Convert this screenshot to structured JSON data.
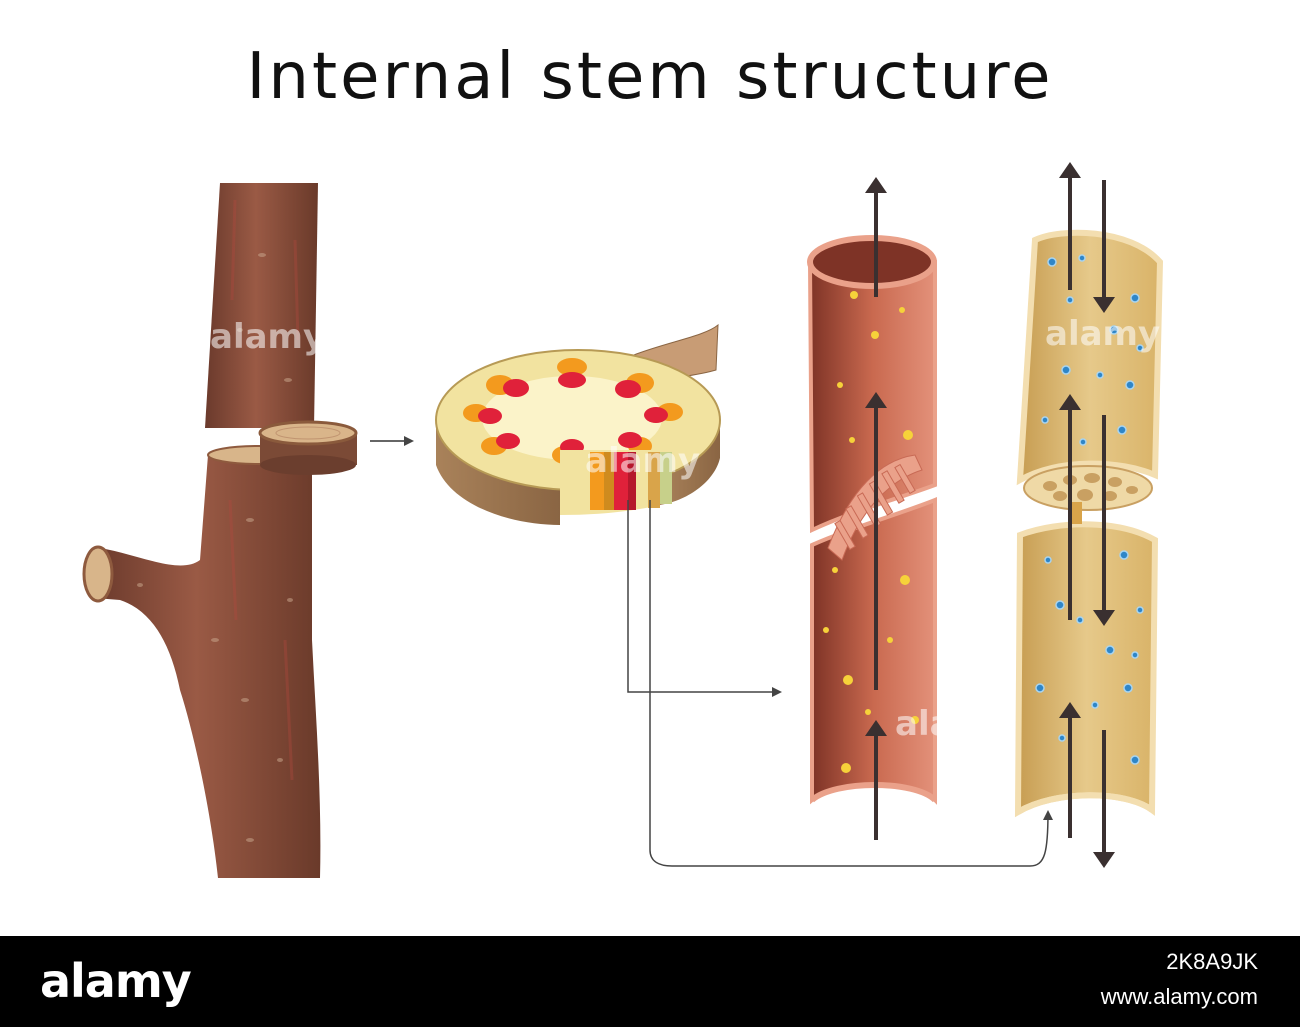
{
  "title": "Internal stem structure",
  "watermark": {
    "text": "alamy"
  },
  "footer": {
    "brand": "alamy",
    "image_id": "2K8A9JK",
    "site": "www.alamy.com"
  },
  "colors": {
    "bark": "#8a4e3a",
    "bark_dark": "#5e3226",
    "xylem": "#b85a44",
    "xylem_rim": "#eaa18a",
    "phloem": "#e4c27e",
    "phloem_rim": "#f3deb0",
    "pith": "#fbf3c9",
    "vascular_red": "#e0213a",
    "vascular_orange": "#f39a1e",
    "arrow": "#3a3030"
  }
}
